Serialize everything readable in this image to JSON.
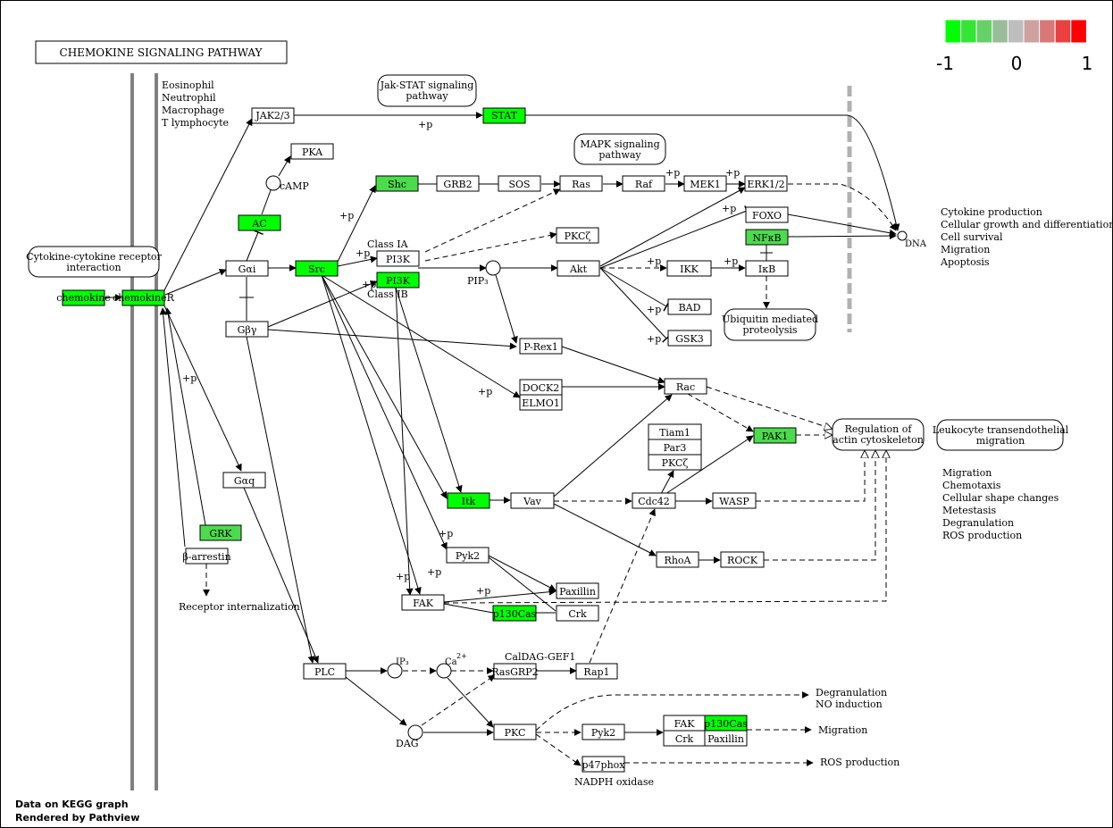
{
  "title": "CHEMOKINE SIGNALING PATHWAY",
  "colors": {
    "strong_green": "#00ff00",
    "medium_green": "#4cdb4c",
    "white": "#ffffff"
  },
  "legend": {
    "colors": [
      "#00ff00",
      "#33e633",
      "#66d166",
      "#99bc99",
      "#bebebe",
      "#cfa0a0",
      "#d97878",
      "#ea4040",
      "#ff0000"
    ],
    "labels": [
      "-1",
      "0",
      "1"
    ]
  },
  "footer": {
    "line1": "Data on KEGG graph",
    "line2": "Rendered by Pathview"
  },
  "cell_types": [
    "Eosinophil",
    "Neutrophil",
    "Macrophage",
    "T lymphocyte"
  ],
  "pathway_links": [
    {
      "text1": "Jak-STAT signaling",
      "text2": "pathway"
    },
    {
      "text1": "MAPK signaling",
      "text2": "pathway"
    },
    {
      "text1": "Cytokine-cytokine receptor",
      "text2": "interaction"
    },
    {
      "text1": "Ubiquitin mediated",
      "text2": "proteolysis"
    },
    {
      "text1": "Regulation of",
      "text2": "actin cytoskeleton"
    },
    {
      "text1": "Leukocyte transendothelial",
      "text2": "migration"
    }
  ],
  "nodes": [
    {
      "label": "chemokine",
      "fill": "strong"
    },
    {
      "label": "chemokineR",
      "fill": "strong"
    },
    {
      "label": "JAK2/3",
      "fill": "none"
    },
    {
      "label": "STAT",
      "fill": "strong"
    },
    {
      "label": "PKA",
      "fill": "none"
    },
    {
      "label": "AC",
      "fill": "strong"
    },
    {
      "label": "Shc",
      "fill": "medium"
    },
    {
      "label": "GRB2",
      "fill": "none"
    },
    {
      "label": "SOS",
      "fill": "none"
    },
    {
      "label": "Ras",
      "fill": "none"
    },
    {
      "label": "Raf",
      "fill": "none"
    },
    {
      "label": "MEK1",
      "fill": "none"
    },
    {
      "label": "ERK1/2",
      "fill": "none"
    },
    {
      "label": "FOXO",
      "fill": "none"
    },
    {
      "label": "NFκB",
      "fill": "medium"
    },
    {
      "label": "PKCζ",
      "fill": "none"
    },
    {
      "label": "Gαi",
      "fill": "none"
    },
    {
      "label": "Src",
      "fill": "strong"
    },
    {
      "label": "PI3K",
      "fill": "none"
    },
    {
      "label": "PI3K",
      "fill": "strong"
    },
    {
      "label": "Akt",
      "fill": "none"
    },
    {
      "label": "IKK",
      "fill": "none"
    },
    {
      "label": "IκB",
      "fill": "none"
    },
    {
      "label": "BAD",
      "fill": "none"
    },
    {
      "label": "GSK3",
      "fill": "none"
    },
    {
      "label": "Gβγ",
      "fill": "none"
    },
    {
      "label": "P-Rex1",
      "fill": "none"
    },
    {
      "label": "DOCK2",
      "fill": "none"
    },
    {
      "label": "ELMO1",
      "fill": "none"
    },
    {
      "label": "Rac",
      "fill": "none"
    },
    {
      "label": "Tiam1",
      "fill": "none"
    },
    {
      "label": "Par3",
      "fill": "none"
    },
    {
      "label": "PKCζ",
      "fill": "none"
    },
    {
      "label": "PAK1",
      "fill": "medium"
    },
    {
      "label": "Gαq",
      "fill": "none"
    },
    {
      "label": "Itk",
      "fill": "strong"
    },
    {
      "label": "Vav",
      "fill": "none"
    },
    {
      "label": "Cdc42",
      "fill": "none"
    },
    {
      "label": "WASP",
      "fill": "none"
    },
    {
      "label": "GRK",
      "fill": "medium"
    },
    {
      "label": "β-arrestin",
      "fill": "none"
    },
    {
      "label": "Pyk2",
      "fill": "none"
    },
    {
      "label": "RhoA",
      "fill": "none"
    },
    {
      "label": "ROCK",
      "fill": "none"
    },
    {
      "label": "Paxillin",
      "fill": "none"
    },
    {
      "label": "FAK",
      "fill": "none"
    },
    {
      "label": "p130Cas",
      "fill": "strong"
    },
    {
      "label": "Crk",
      "fill": "none"
    },
    {
      "label": "PLC",
      "fill": "none"
    },
    {
      "label": "RasGRP2",
      "fill": "none"
    },
    {
      "label": "Rap1",
      "fill": "none"
    },
    {
      "label": "PKC",
      "fill": "none"
    },
    {
      "label": "Pyk2",
      "fill": "none"
    },
    {
      "label": "FAK",
      "fill": "none"
    },
    {
      "label": "p130Cas",
      "fill": "strong"
    },
    {
      "label": "Crk",
      "fill": "none"
    },
    {
      "label": "Paxillin",
      "fill": "none"
    },
    {
      "label": "p47phox",
      "fill": "none"
    }
  ],
  "compounds": {
    "camp": "cAMP",
    "pip3": "PIP₃",
    "ip3": "IP₃",
    "ca": "Ca",
    "ca_sup": "2+",
    "dag": "DAG",
    "dna": "DNA"
  },
  "labels": {
    "class_ia": "Class IA",
    "class_ib": "Class IB",
    "caldag": "CalDAG-GEF1",
    "receptor_internalization": "Receptor internalization",
    "nadph": "NADPH oxidase",
    "phos": "+p"
  },
  "outcomes": {
    "nucleus": [
      "Cytokine production",
      "Cellular growth and differentiation",
      "Cell survival",
      "Migration",
      "Apoptosis"
    ],
    "migration": [
      "Migration",
      "Chemotaxis",
      "Cellular shape changes",
      "Metestasis",
      "Degranulation",
      "ROS production"
    ],
    "degranulation": [
      "Degranulation",
      "NO induction"
    ],
    "migration2": "Migration",
    "ros": "ROS production"
  }
}
